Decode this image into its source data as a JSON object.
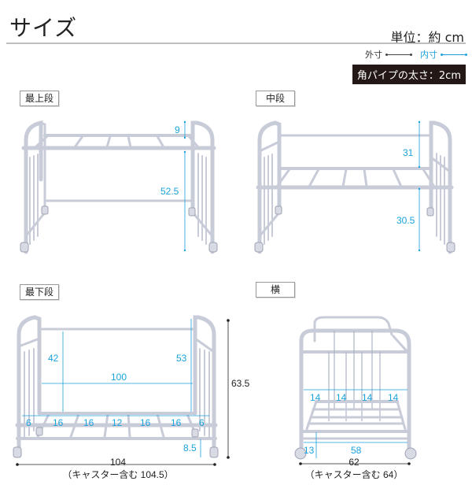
{
  "header": {
    "title": "サイズ",
    "unit": "単位：約 cm"
  },
  "legend": {
    "outer_label": "外寸",
    "inner_label": "内寸",
    "outer_color": "#444444",
    "inner_color": "#1aa3dc"
  },
  "pipe_badge": "角パイプの太さ：2cm",
  "sections": {
    "top_shelf": {
      "label": "最上段",
      "dims": {
        "headboard_above": "9",
        "height": "52.5"
      }
    },
    "middle_shelf": {
      "label": "中段",
      "dims": {
        "upper": "31",
        "lower": "30.5"
      }
    },
    "bottom_shelf": {
      "label": "最下段",
      "dims": {
        "left_height": "42",
        "right_height": "53",
        "inner_width": "100",
        "slat_gaps": [
          "6",
          "16",
          "16",
          "12",
          "16",
          "16",
          "6"
        ],
        "floor_clearance": "8.5",
        "total_height": "63.5",
        "total_width": "104",
        "total_width_note": "（キャスター含む 104.5）"
      }
    },
    "side": {
      "label": "横",
      "dims": {
        "slat_gaps": [
          "14",
          "14",
          "14",
          "14"
        ],
        "floor_clearance": "13",
        "inner_depth": "58",
        "total_depth": "62",
        "total_depth_note": "（キャスター含む 64）"
      }
    }
  }
}
